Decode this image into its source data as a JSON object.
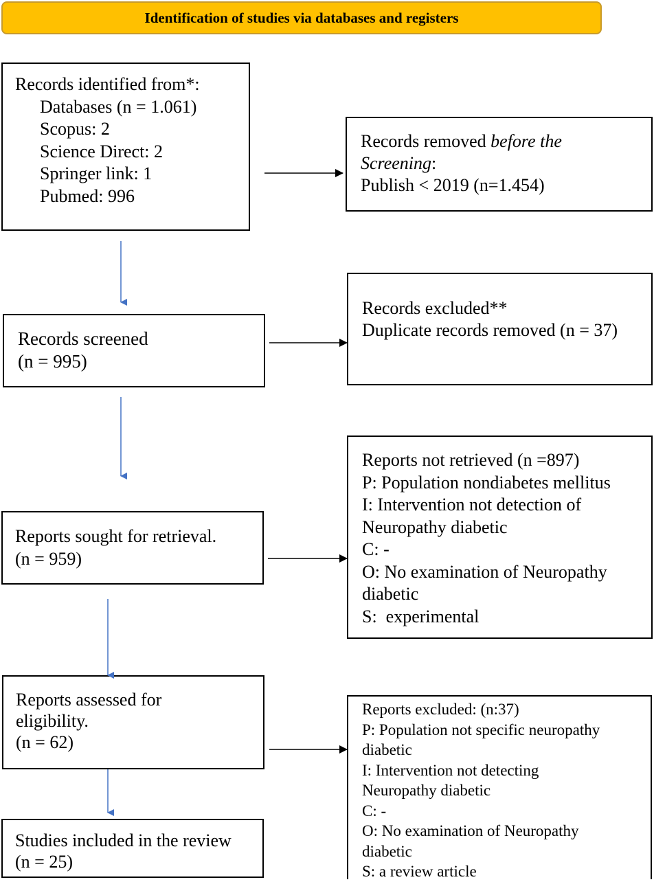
{
  "header": {
    "title": "Identification of studies via databases and registers"
  },
  "identified": {
    "lines": [
      "Records identified from*:",
      "Databases (n = 1.061)",
      "Scopus: 2",
      "Science Direct: 2",
      "Springer link: 1",
      "Pubmed: 996"
    ]
  },
  "removed": {
    "line1_prefix": "Records removed ",
    "line1_italic": "before the",
    "line2_italic": "Screening",
    "line2_suffix": ":",
    "line3": "Publish < 2019 (n=1.454)"
  },
  "screened": {
    "lines": [
      "Records screened",
      "(n = 995)"
    ]
  },
  "excluded1": {
    "lines": [
      "Records excluded**",
      "Duplicate records removed (n = 37)"
    ]
  },
  "sought": {
    "lines": [
      "Reports sought for retrieval.",
      "(n = 959)"
    ]
  },
  "not_retrieved": {
    "lines": [
      "Reports not retrieved (n =897)",
      "P: Population nondiabetes mellitus",
      "I: Intervention not detection of",
      "Neuropathy diabetic",
      "C: -",
      "O: No examination of Neuropathy",
      "diabetic",
      "S:  experimental"
    ]
  },
  "assessed": {
    "lines": [
      "Reports assessed for",
      "eligibility.",
      "(n = 62)"
    ]
  },
  "excluded2": {
    "lines": [
      "Reports excluded: (n:37)",
      "P: Population not specific neuropathy",
      "diabetic",
      "I: Intervention not detecting",
      "Neuropathy diabetic",
      "C: -",
      "O: No examination of Neuropathy",
      "diabetic",
      "S: a review article"
    ]
  },
  "included": {
    "lines": [
      "Studies included in the review",
      "(n = 25)"
    ]
  },
  "colors": {
    "header_fill": "#ffc000",
    "vertical_arrow": "#4472c4",
    "horizontal_arrow": "#000000"
  }
}
